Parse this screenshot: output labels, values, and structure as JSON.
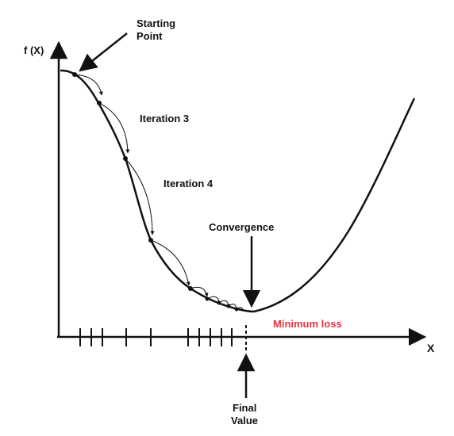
{
  "labels": {
    "y_axis": "f (X)",
    "x_axis": "X",
    "start_line1": "Starting",
    "start_line2": "Point",
    "iter3": "Iteration 3",
    "iter4": "Iteration 4",
    "convergence": "Convergence",
    "min_loss": "Minimum loss",
    "final_line1": "Final",
    "final_line2": "Value"
  },
  "colors": {
    "ink": "#111111",
    "min_loss": "#e8343c",
    "background": "#ffffff"
  }
}
